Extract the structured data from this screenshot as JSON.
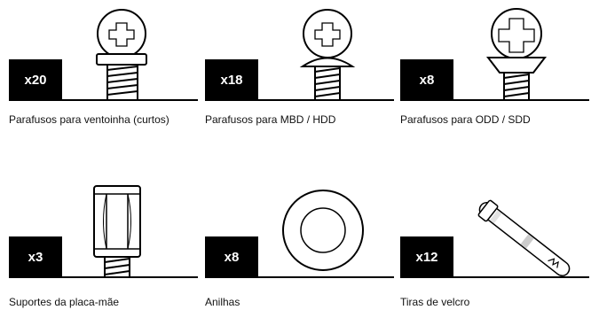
{
  "items": [
    {
      "qty": "x20",
      "label": "Parafusos para ventoinha (curtos)",
      "icon": "fan-screw-short-icon"
    },
    {
      "qty": "x18",
      "label": "Parafusos para MBD / HDD",
      "icon": "mbd-hdd-screw-icon"
    },
    {
      "qty": "x8",
      "label": "Parafusos para ODD / SDD",
      "icon": "odd-ssd-screw-icon"
    },
    {
      "qty": "x3",
      "label": "Suportes da placa-mãe",
      "icon": "motherboard-standoff-icon"
    },
    {
      "qty": "x8",
      "label": "Anilhas",
      "icon": "washer-icon"
    },
    {
      "qty": "x12",
      "label": "Tiras de velcro",
      "icon": "velcro-strap-icon"
    }
  ]
}
